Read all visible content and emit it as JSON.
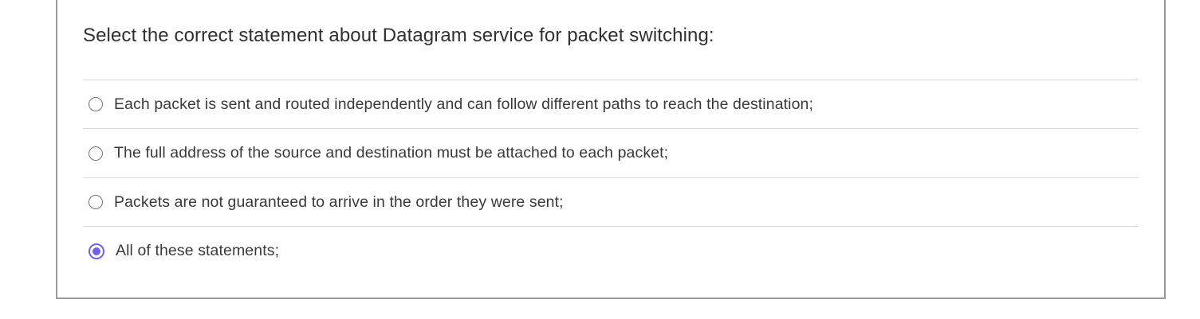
{
  "card": {
    "question": "Select the correct statement about Datagram service for packet switching:",
    "options": [
      {
        "label": "Each packet is sent and routed independently and can follow different paths to reach the destination;",
        "selected": false
      },
      {
        "label": "The full address of the source and destination must be attached to each packet;",
        "selected": false
      },
      {
        "label": "Packets are not guaranteed to arrive in the order they were sent;",
        "selected": false
      },
      {
        "label": "All of these statements;",
        "selected": true
      }
    ]
  },
  "colors": {
    "accent": "#6e64e7",
    "card_border": "#999999",
    "divider": "#d9d9d9",
    "title_text": "#303030",
    "option_text": "#3a3a3a",
    "radio_border": "#757575"
  }
}
